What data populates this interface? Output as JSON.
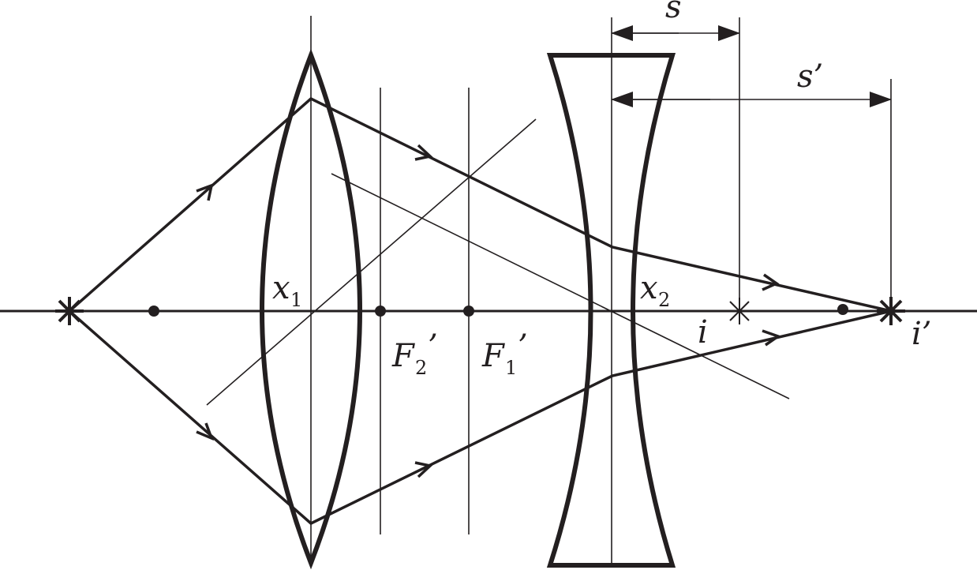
{
  "labels": {
    "x1": "x",
    "x1_sub": "1",
    "x2": "x",
    "x2_sub": "2",
    "f2": "F",
    "f2_sub": "2",
    "f2_prime": "’",
    "f1": "F",
    "f1_sub": "1",
    "f1_prime": "’",
    "s": "s",
    "s_prime": "s’",
    "i": "i",
    "i_prime": "i’"
  }
}
